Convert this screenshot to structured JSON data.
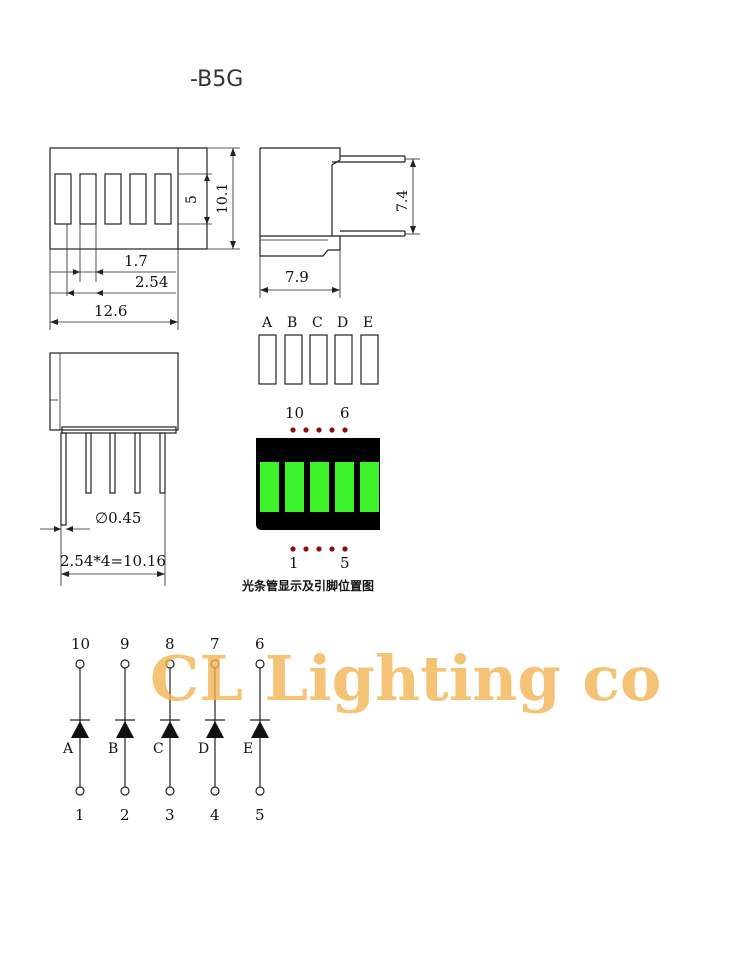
{
  "title": "-B5G",
  "front_view": {
    "dims": {
      "seg_height": "5",
      "body_height": "10.1",
      "seg_pitch_small": "1.7",
      "pin_pitch": "2.54",
      "body_width": "12.6"
    }
  },
  "side_view": {
    "dims": {
      "height": "7.4",
      "depth": "7.9"
    }
  },
  "bottom_view": {
    "dims": {
      "pin_diameter": "∅0.45",
      "pin_span": "2.54*4=10.16"
    }
  },
  "segment_display": {
    "letters": [
      "A",
      "B",
      "C",
      "D",
      "E"
    ],
    "top_pin_labels": [
      "10",
      "6"
    ],
    "bottom_pin_labels": [
      "1",
      "5"
    ],
    "caption": "光条管显示及引脚位置图",
    "colors": {
      "body": "#000000",
      "segment": "#3df22a",
      "pin_dot": "#8a1010"
    }
  },
  "schematic": {
    "top_pins": [
      "10",
      "9",
      "8",
      "7",
      "6"
    ],
    "diode_labels": [
      "A",
      "B",
      "C",
      "D",
      "E"
    ],
    "bottom_pins": [
      "1",
      "2",
      "3",
      "4",
      "5"
    ]
  },
  "watermark": {
    "text": "CL Lighting co",
    "color": "#f2b24e"
  }
}
